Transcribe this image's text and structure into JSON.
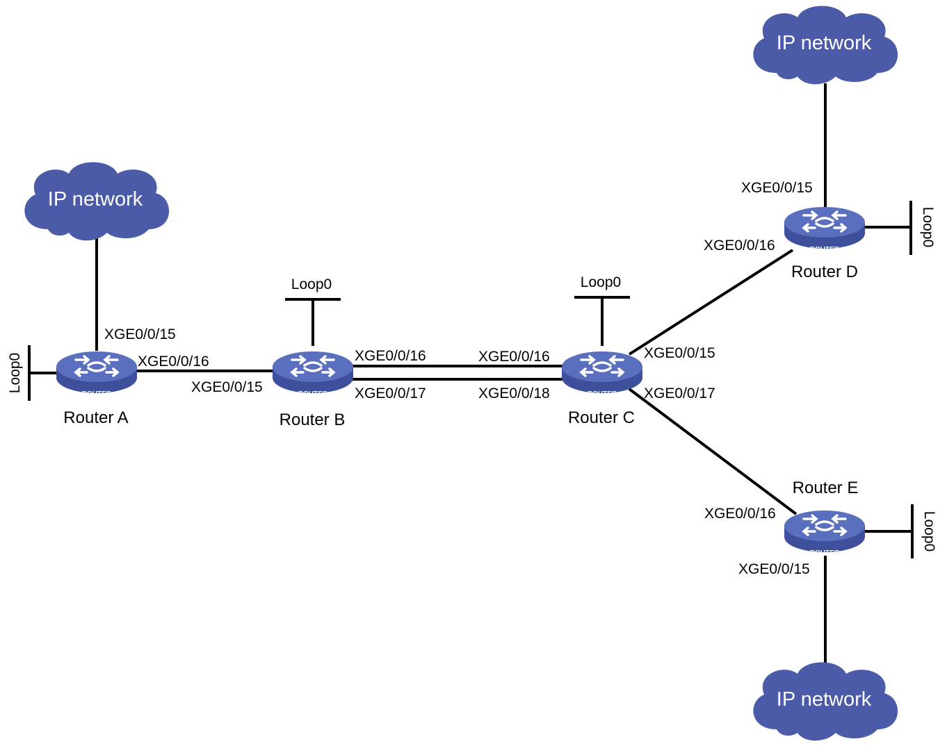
{
  "colors": {
    "router_top": "#5a6fbe",
    "router_side": "#3e4f9c",
    "cloud": "#4b5ba8",
    "line": "#000000"
  },
  "clouds": [
    {
      "label": "IP network",
      "icon": "cloud-icon"
    },
    {
      "label": "IP network",
      "icon": "cloud-icon"
    },
    {
      "label": "IP network",
      "icon": "cloud-icon"
    }
  ],
  "routers": {
    "a": {
      "name": "Router A",
      "badge": "ROUTER",
      "icon": "router-icon"
    },
    "b": {
      "name": "Router B",
      "badge": "ROUTER",
      "icon": "router-icon"
    },
    "c": {
      "name": "Router C",
      "badge": "ROUTER",
      "icon": "router-icon"
    },
    "d": {
      "name": "Router D",
      "badge": "ROUTER",
      "icon": "router-icon"
    },
    "e": {
      "name": "Router E",
      "badge": "ROUTER",
      "icon": "router-icon"
    }
  },
  "loopbacks": {
    "a": "Loop0",
    "b": "Loop0",
    "c": "Loop0",
    "d": "Loop0",
    "e": "Loop0"
  },
  "interfaces": {
    "a_top": "XGE0/0/15",
    "a_right": "XGE0/0/16",
    "b_left": "XGE0/0/15",
    "b_right_top": "XGE0/0/16",
    "b_right_bottom": "XGE0/0/17",
    "c_left_top": "XGE0/0/16",
    "c_left_bottom": "XGE0/0/18",
    "c_right_top": "XGE0/0/15",
    "c_right_bottom": "XGE0/0/17",
    "d_top": "XGE0/0/15",
    "d_left": "XGE0/0/16",
    "e_left": "XGE0/0/16",
    "e_bottom": "XGE0/0/15"
  }
}
